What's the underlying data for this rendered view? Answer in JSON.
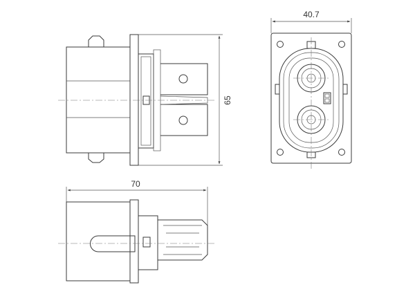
{
  "dimensions": {
    "front_width": "40.7",
    "side_height": "65",
    "bottom_length": "70"
  }
}
